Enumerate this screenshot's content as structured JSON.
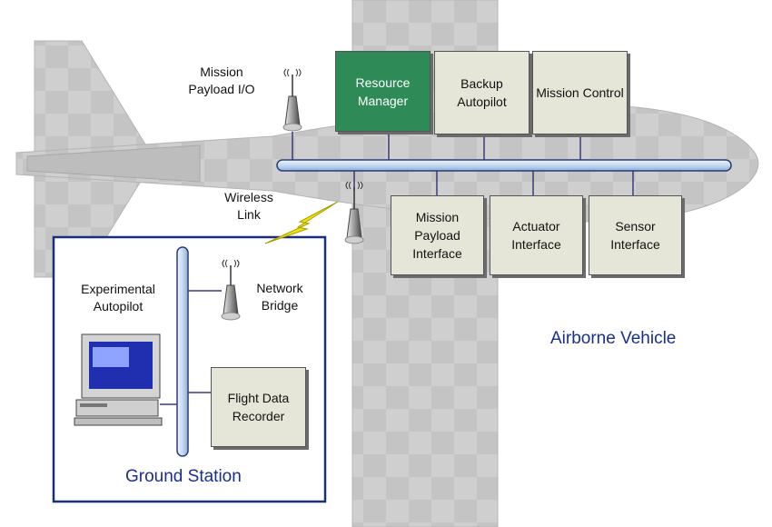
{
  "components": {
    "resource_manager": "Resource Manager",
    "backup_autopilot": "Backup Autopilot",
    "mission_control": "Mission Control",
    "mission_payload_interface": "Mission Payload Interface",
    "actuator_interface": "Actuator Interface",
    "sensor_interface": "Sensor Interface",
    "flight_data_recorder": "Flight Data Recorder"
  },
  "labels": {
    "mission_payload_io": "Mission Payload I/O",
    "wireless_link": "Wireless Link",
    "network_bridge": "Network Bridge",
    "experimental_autopilot": "Experimental Autopilot",
    "airborne_vehicle": "Airborne Vehicle",
    "ground_station": "Ground Station"
  },
  "colors": {
    "aircraft": "#cfcfcf",
    "aircraft_dark": "#b9b9b9",
    "box_fill": "#e6e6d8",
    "resource_manager_fill": "#2e8b57",
    "bus_fill": "#c8dcf4",
    "title_text": "#1a2f8a",
    "link_bolt": "#f2e600"
  },
  "icons": [
    "antenna-icon",
    "computer-icon",
    "lightning-bolt-icon"
  ]
}
